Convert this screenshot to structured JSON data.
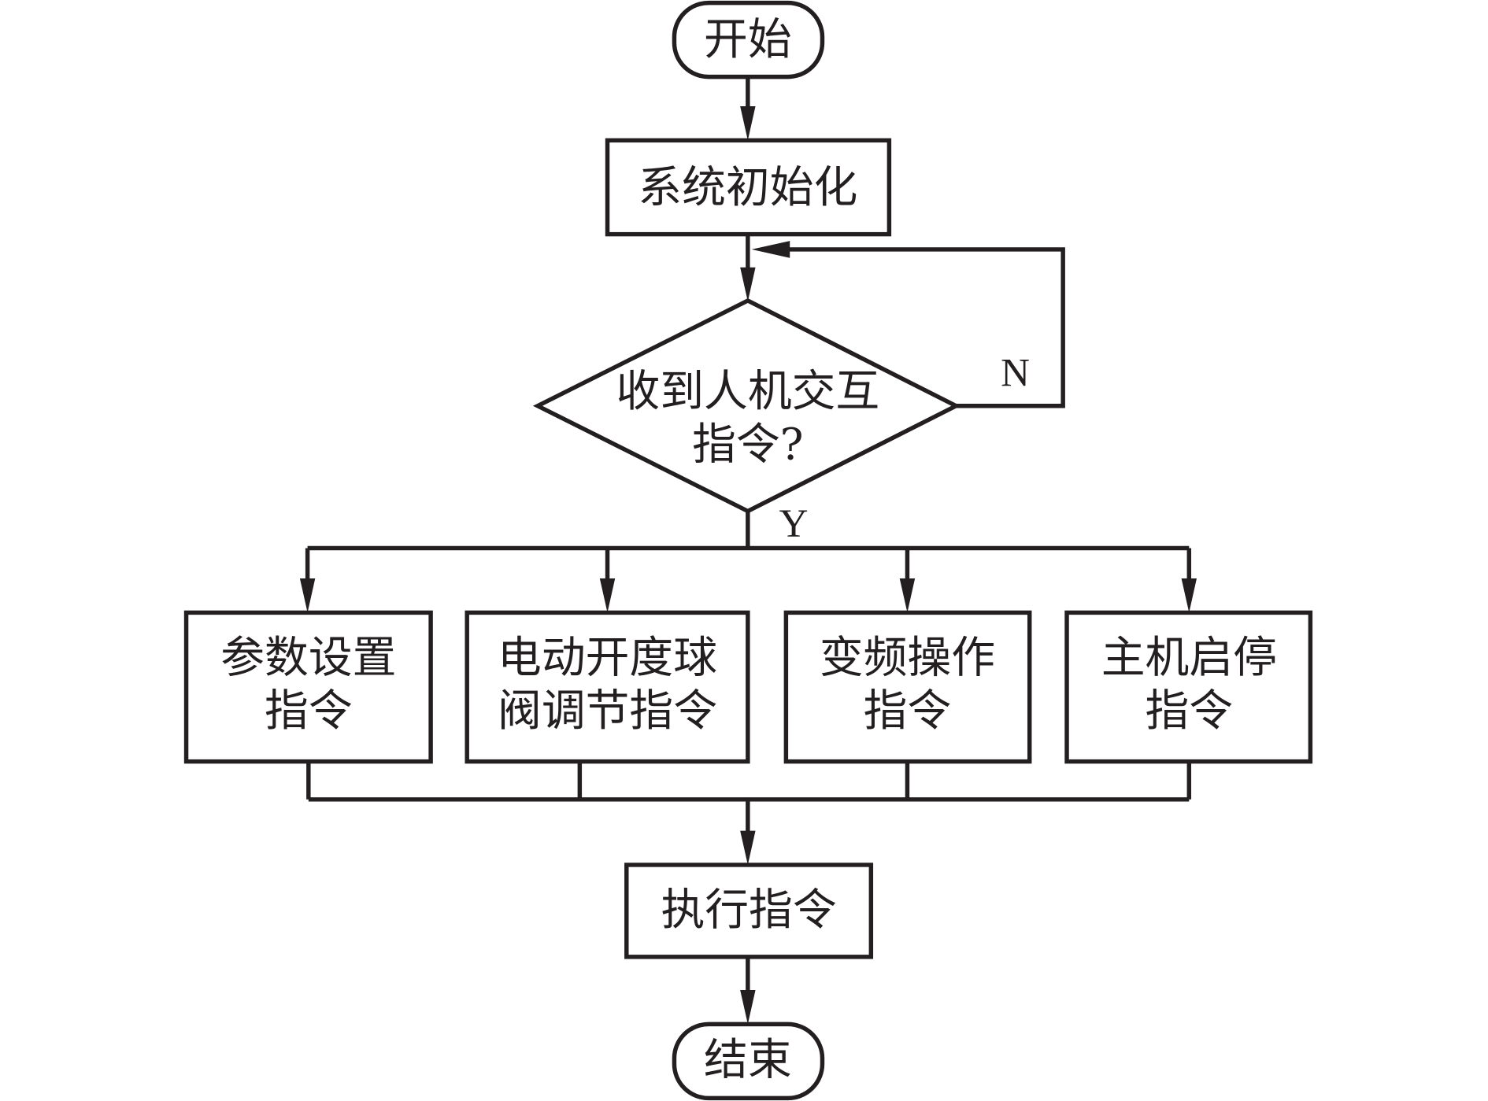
{
  "diagram": {
    "type": "flowchart",
    "nodes": {
      "start": "开始",
      "init": "系统初始化",
      "decision": [
        "收到人机交互",
        "指令?"
      ],
      "branches": [
        [
          "参数设置",
          "指令"
        ],
        [
          "电动开度球",
          "阀调节指令"
        ],
        [
          "变频操作",
          "指令"
        ],
        [
          "主机启停",
          "指令"
        ]
      ],
      "execute": "执行指令",
      "end": "结束"
    },
    "edge_labels": {
      "no": "N",
      "yes": "Y"
    },
    "edges": [
      [
        "开始",
        "系统初始化"
      ],
      [
        "系统初始化",
        "收到人机交互指令?"
      ],
      [
        "收到人机交互指令?",
        "收到人机交互指令?",
        "N"
      ],
      [
        "收到人机交互指令?",
        "参数设置指令",
        "Y"
      ],
      [
        "收到人机交互指令?",
        "电动开度球阀调节指令",
        "Y"
      ],
      [
        "收到人机交互指令?",
        "变频操作指令",
        "Y"
      ],
      [
        "收到人机交互指令?",
        "主机启停指令",
        "Y"
      ],
      [
        "参数设置指令",
        "执行指令"
      ],
      [
        "电动开度球阀调节指令",
        "执行指令"
      ],
      [
        "变频操作指令",
        "执行指令"
      ],
      [
        "主机启停指令",
        "执行指令"
      ],
      [
        "执行指令",
        "结束"
      ]
    ]
  }
}
